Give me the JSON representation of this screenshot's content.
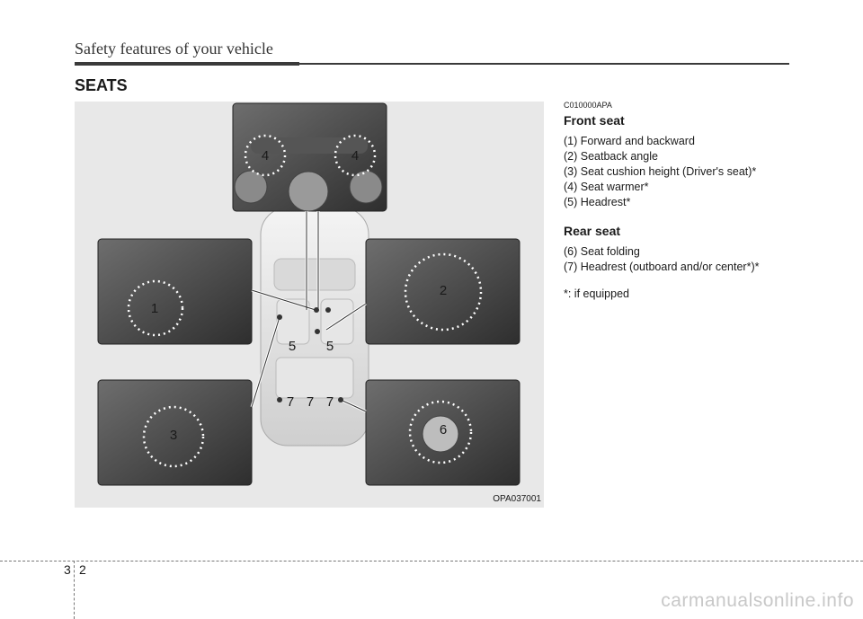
{
  "header": {
    "title": "Safety features of your vehicle"
  },
  "section": {
    "title": "SEATS"
  },
  "figure": {
    "code": "OPA037001",
    "callouts": [
      "4",
      "4",
      "1",
      "2",
      "5",
      "5",
      "7",
      "7",
      "7",
      "3",
      "6"
    ]
  },
  "content": {
    "code": "C010000APA",
    "front_title": "Front seat",
    "front_items": [
      "(1) Forward and backward",
      "(2) Seatback angle",
      "(3) Seat cushion height (Driver's seat)*",
      "(4) Seat warmer*",
      "(5) Headrest*"
    ],
    "rear_title": "Rear seat",
    "rear_items": [
      "(6) Seat folding",
      "(7) Headrest (outboard and/or center*)*"
    ],
    "note": "*: if equipped"
  },
  "footer": {
    "chapter": "3",
    "page": "2"
  },
  "watermark": "carmanualsonline.info"
}
